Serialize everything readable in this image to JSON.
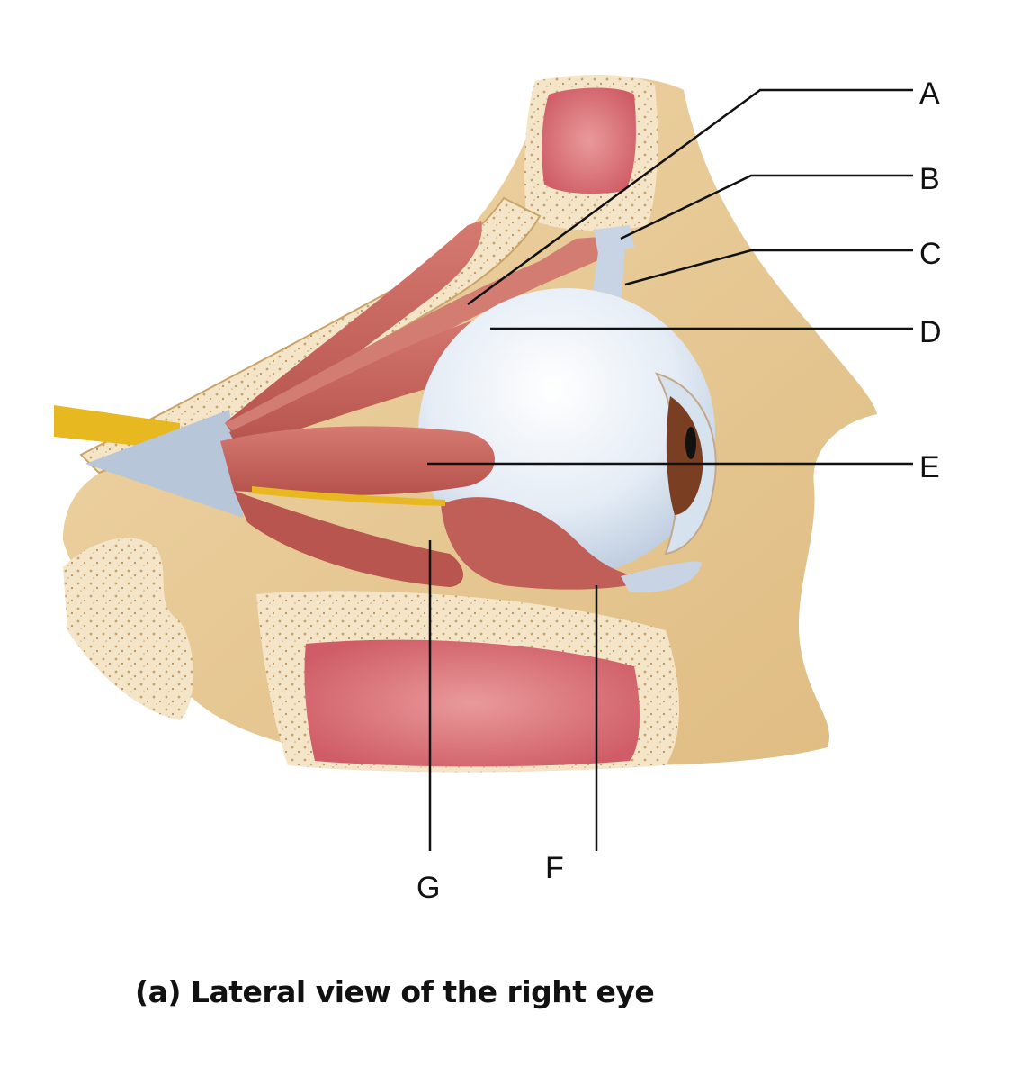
{
  "figure": {
    "caption": "(a) Lateral view of the right eye",
    "labels": [
      "A",
      "B",
      "C",
      "D",
      "E",
      "F",
      "G"
    ]
  },
  "colors": {
    "bone": "#e8c890",
    "bone_cut": "#f3e2c6",
    "sinus": "#d9727a",
    "muscle": "#c9675f",
    "sclera": "#dfe8f2",
    "iris": "#7a3f22",
    "nerve": "#e8b820"
  }
}
